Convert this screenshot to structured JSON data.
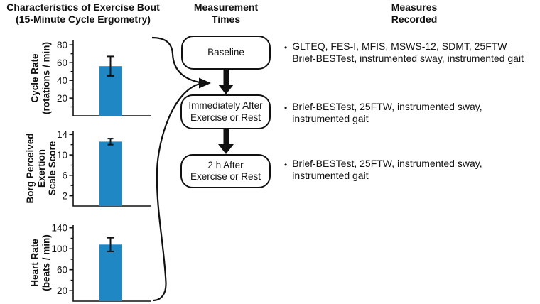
{
  "title": {
    "lines": [
      "Characteristics of Exercise Bout",
      "(15-Minute Cycle Ergometry)"
    ]
  },
  "columns": {
    "measurement_times": {
      "lines": [
        "Measurement",
        "Times"
      ]
    },
    "measures_recorded": {
      "lines": [
        "Measures",
        "Recorded"
      ]
    }
  },
  "flow": {
    "boxes": [
      {
        "lines": [
          "Baseline"
        ]
      },
      {
        "lines": [
          "Immediately After",
          "Exercise or Rest"
        ]
      },
      {
        "lines": [
          "2 h After",
          "Exercise or Rest"
        ]
      }
    ]
  },
  "measures": {
    "bullet": "•",
    "items": [
      {
        "lines": [
          "GLTEQ, FES-I, MFIS, MSWS-12, SDMT, 25FTW",
          "Brief-BESTest, instrumented sway, instrumented gait"
        ]
      },
      {
        "lines": [
          "Brief-BESTest, 25FTW, instrumented sway,",
          "instrumented gait"
        ]
      },
      {
        "lines": [
          "Brief-BESTest, 25FTW, instrumented sway,",
          "instrumented gait"
        ]
      }
    ]
  },
  "chart_data": [
    {
      "type": "bar",
      "ylabel_lines": [
        "Cycle Rate",
        "(rotations / min)"
      ],
      "ylabel": "Cycle Rate (rotations / min)",
      "values": [
        56
      ],
      "error": [
        11
      ],
      "yticks": [
        20,
        40,
        60,
        80
      ],
      "yticks_minor": [
        10,
        30,
        50,
        70
      ],
      "ylim": [
        0,
        85
      ],
      "bar_color": "#2087c5"
    },
    {
      "type": "bar",
      "ylabel_lines": [
        "Borg Perceived",
        "Exertion",
        "Scale Score"
      ],
      "ylabel": "Borg Perceived Exertion Scale Score",
      "values": [
        12.6
      ],
      "error": [
        0.6
      ],
      "yticks": [
        2,
        6,
        10,
        14
      ],
      "yticks_minor": [
        4,
        8,
        12
      ],
      "ylim": [
        0,
        14.6
      ],
      "bar_color": "#2087c5"
    },
    {
      "type": "bar",
      "ylabel_lines": [
        "Heart Rate",
        "(beats / min)"
      ],
      "ylabel": "Heart Rate (beats / min)",
      "values": [
        108
      ],
      "error": [
        13
      ],
      "yticks": [
        20,
        60,
        100,
        140
      ],
      "yticks_minor": [
        40,
        80,
        120
      ],
      "ylim": [
        0,
        145
      ],
      "bar_color": "#2087c5"
    }
  ],
  "colors": {
    "bar": "#2087c5",
    "axis": "#111111",
    "text": "#111111"
  }
}
